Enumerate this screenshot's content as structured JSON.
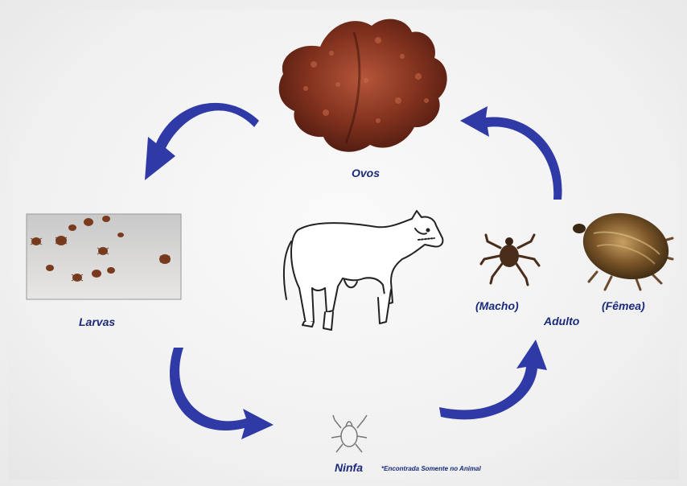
{
  "labels": {
    "ovos": "Ovos",
    "larvas": "Larvas",
    "ninfa": "Ninfa",
    "ninfa_note": "*Encontrada Somente no Animal",
    "macho": "(Macho)",
    "adulto": "Adulto",
    "femea": "(Fêmea)"
  },
  "colors": {
    "arrow": "#2f3aa6",
    "label": "#1a2a7a",
    "eggs": "#8a3a20",
    "tick": "#5a3420"
  }
}
